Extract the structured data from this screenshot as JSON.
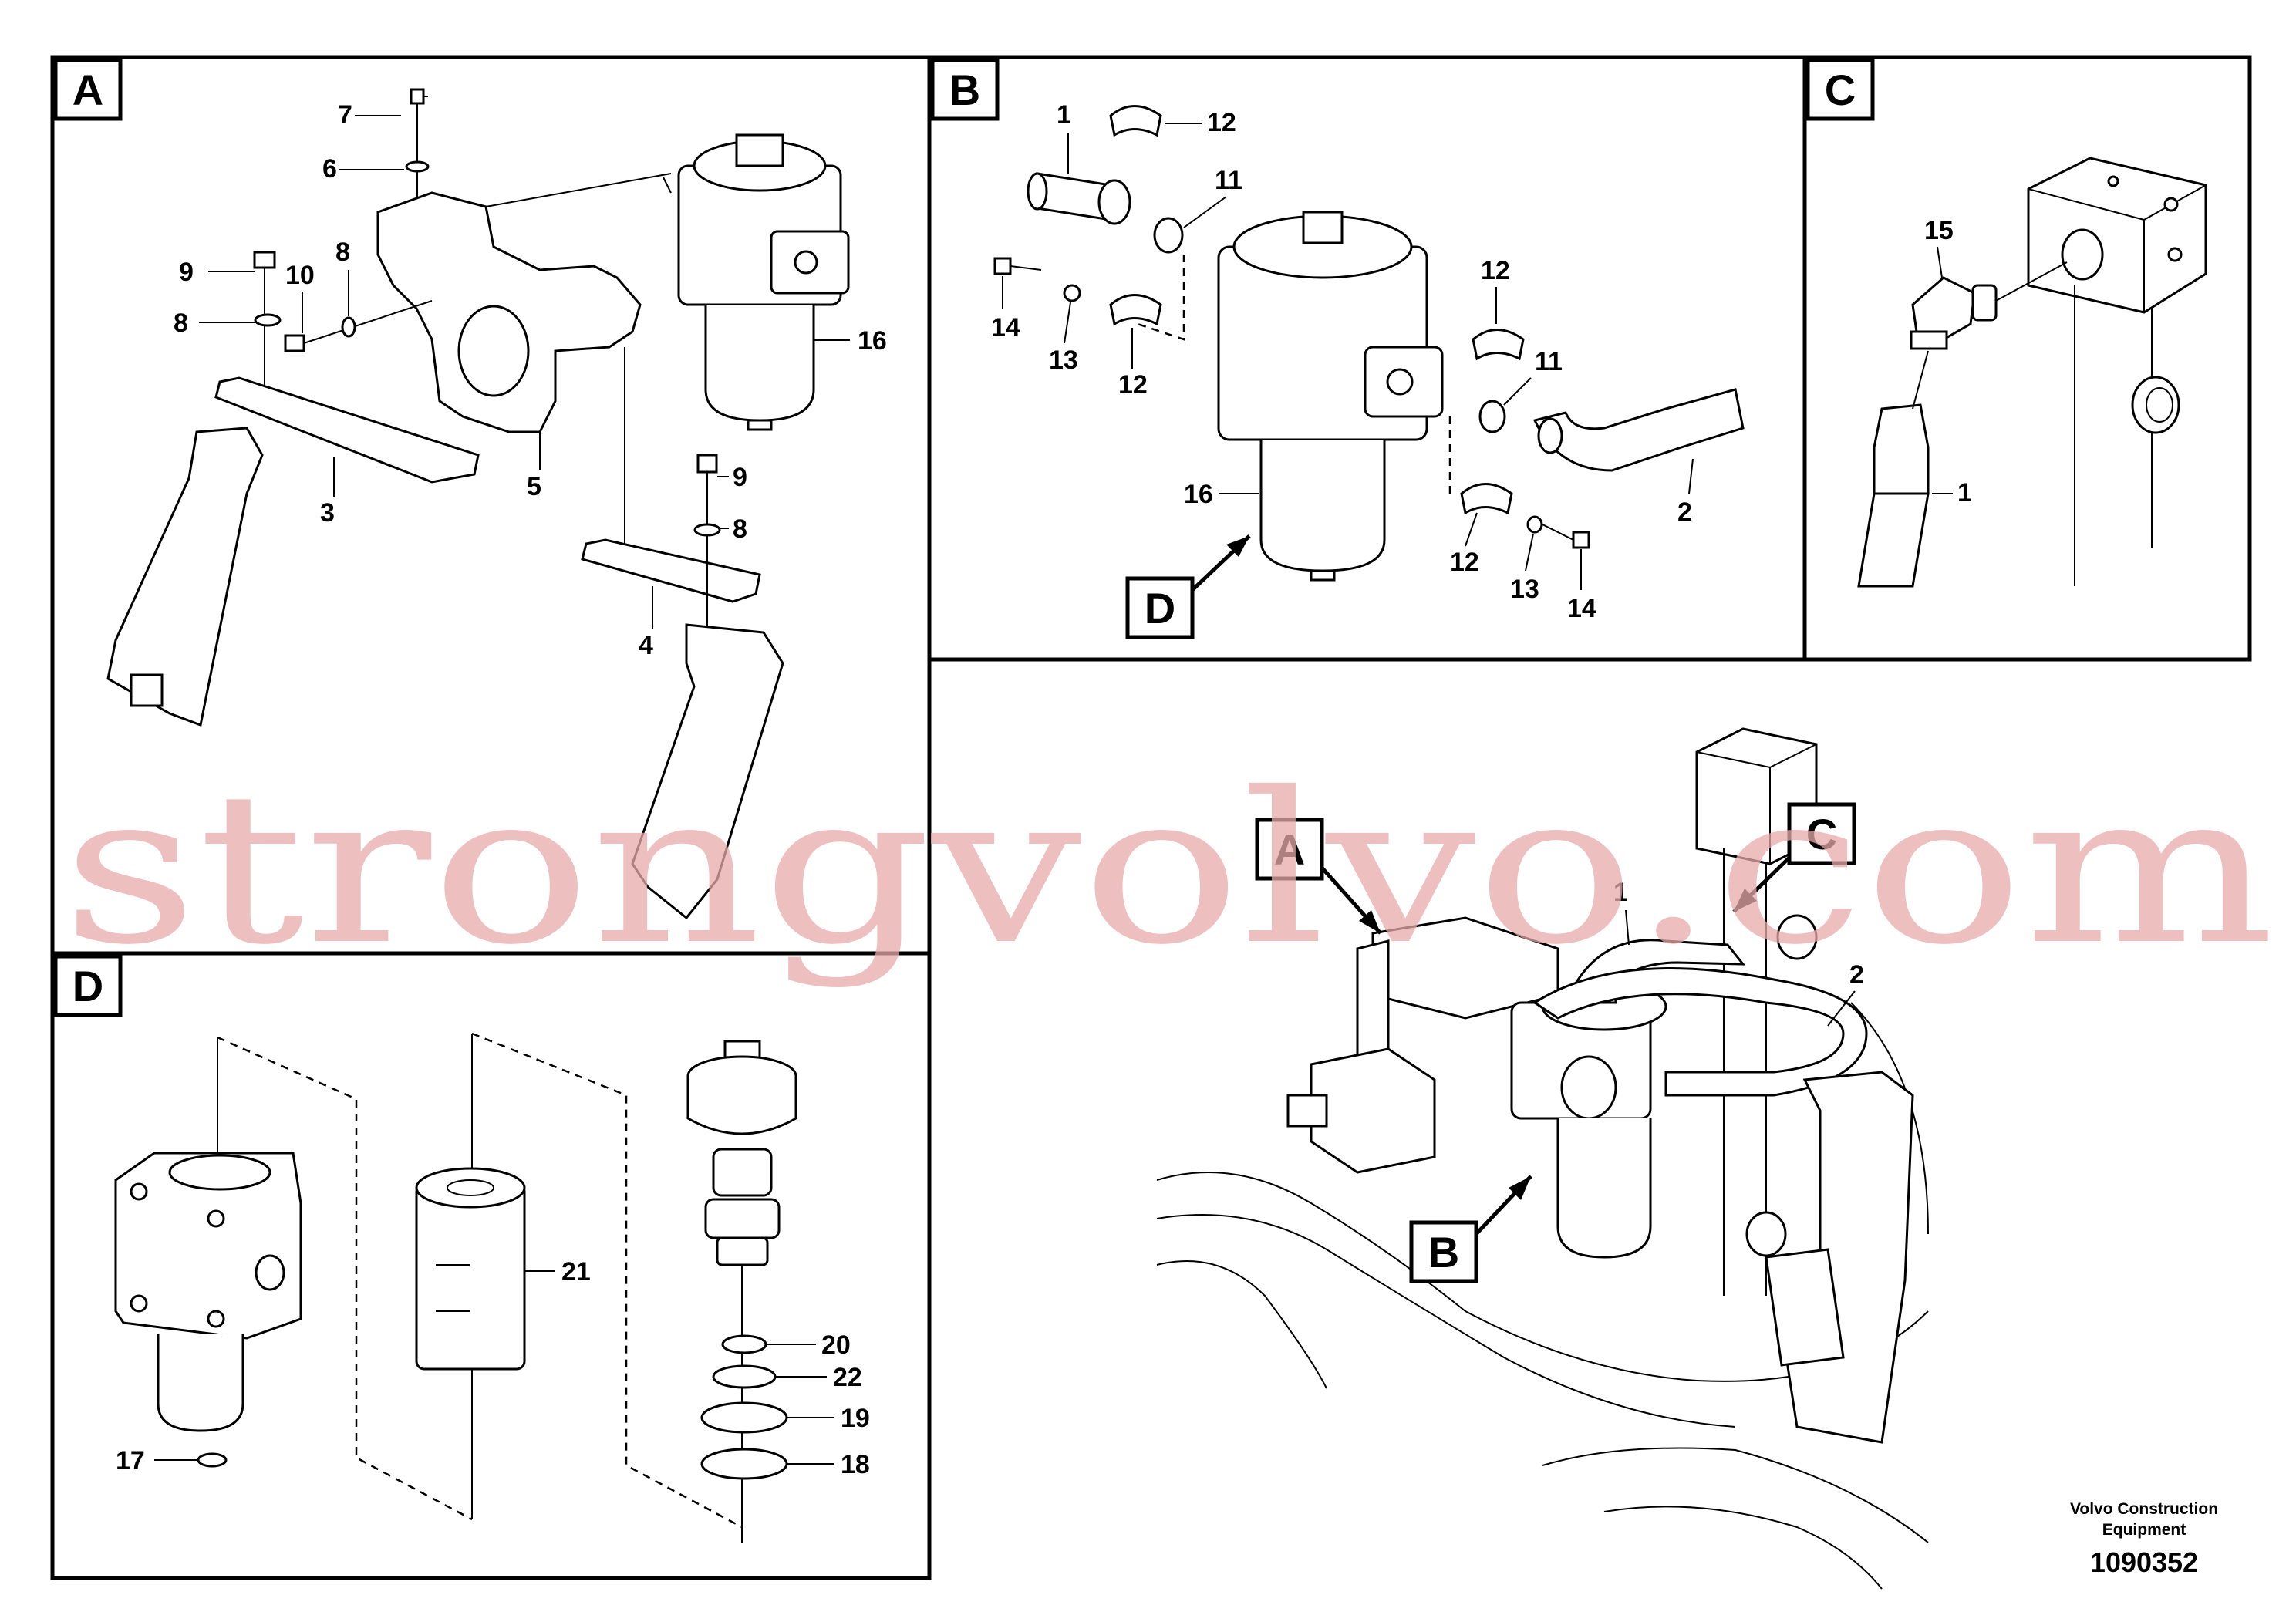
{
  "panels": {
    "a": "A",
    "b": "B",
    "c": "C",
    "d": "D"
  },
  "detail_refs": {
    "b_d": "D",
    "main_a": "A",
    "main_b": "B",
    "main_c": "C"
  },
  "callouts": {
    "a": [
      "7",
      "6",
      "9",
      "10",
      "8",
      "8",
      "16",
      "5",
      "3",
      "9",
      "8",
      "4"
    ],
    "b": [
      "1",
      "12",
      "11",
      "14",
      "13",
      "12",
      "16",
      "12",
      "11",
      "2",
      "12",
      "13",
      "14"
    ],
    "c": [
      "15",
      "1"
    ],
    "d": [
      "21",
      "20",
      "22",
      "19",
      "18",
      "17"
    ],
    "main": [
      "1",
      "2"
    ]
  },
  "watermark": "strongvolvo.com",
  "footer": {
    "company_line1": "Volvo Construction",
    "company_line2": "Equipment",
    "drawing_number": "1090352"
  }
}
